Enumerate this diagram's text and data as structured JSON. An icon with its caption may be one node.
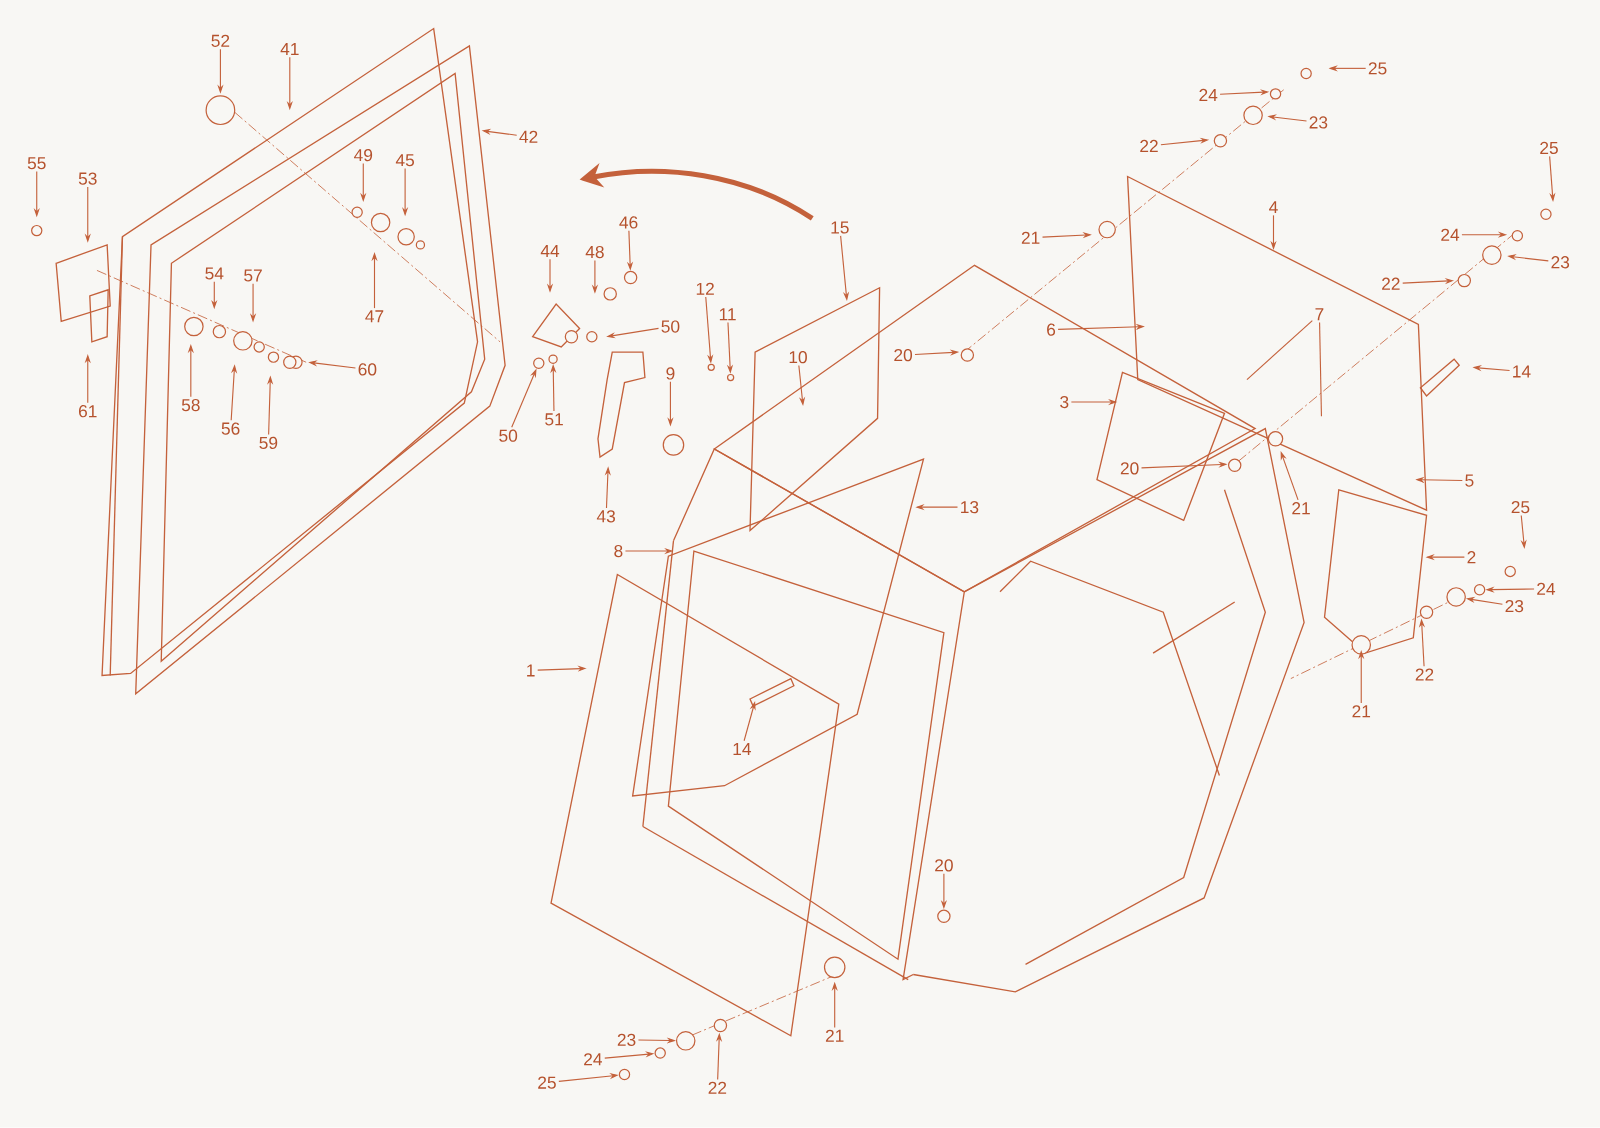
{
  "diagram": {
    "nodes": [
      {
        "text": [
          "52"
        ]
      },
      {
        "text": [
          "41"
        ]
      },
      {
        "text": [
          "42"
        ]
      },
      {
        "text": [
          "55"
        ]
      },
      {
        "text": [
          "53"
        ]
      },
      {
        "text": [
          "49"
        ]
      },
      {
        "text": [
          "45"
        ]
      },
      {
        "text": [
          "46"
        ]
      },
      {
        "text": [
          "15"
        ]
      },
      {
        "text": [
          "21"
        ]
      },
      {
        "text": [
          "44"
        ]
      },
      {
        "text": [
          "48"
        ]
      },
      {
        "text": [
          "54"
        ]
      },
      {
        "text": [
          "57"
        ]
      },
      {
        "text": [
          "12"
        ]
      },
      {
        "text": [
          "11"
        ]
      },
      {
        "text": [
          "47"
        ]
      },
      {
        "text": [
          "50"
        ]
      },
      {
        "text": [
          "6"
        ]
      },
      {
        "text": [
          "7"
        ]
      },
      {
        "text": [
          "20"
        ]
      },
      {
        "text": [
          "10"
        ]
      },
      {
        "text": [
          "60"
        ]
      },
      {
        "text": [
          "9"
        ]
      },
      {
        "text": [
          "14"
        ]
      },
      {
        "text": [
          "3"
        ]
      },
      {
        "text": [
          "58"
        ]
      },
      {
        "text": [
          "61"
        ]
      },
      {
        "text": [
          "51"
        ]
      },
      {
        "text": [
          "56"
        ]
      },
      {
        "text": [
          "50"
        ]
      },
      {
        "text": [
          "59"
        ]
      },
      {
        "text": [
          "20"
        ]
      },
      {
        "text": [
          "5"
        ]
      },
      {
        "text": [
          "13"
        ]
      },
      {
        "text": [
          "21"
        ]
      },
      {
        "text": [
          "43"
        ]
      },
      {
        "text": [
          "8"
        ]
      },
      {
        "text": [
          "2"
        ]
      },
      {
        "text": [
          "1"
        ]
      },
      {
        "text": [
          "21"
        ]
      },
      {
        "text": [
          "14"
        ]
      },
      {
        "text": [
          "20"
        ]
      },
      {
        "text": [
          "21"
        ]
      },
      {
        "text": [
          "23"
        ]
      },
      {
        "text": [
          "24"
        ]
      },
      {
        "text": [
          "25"
        ]
      },
      {
        "text": [
          "22"
        ]
      },
      {
        "text": [
          "25"
        ]
      },
      {
        "text": [
          "24"
        ]
      },
      {
        "text": [
          "23"
        ]
      },
      {
        "text": [
          "22"
        ]
      },
      {
        "text": [
          "25"
        ]
      },
      {
        "text": [
          "24"
        ]
      },
      {
        "text": [
          "23"
        ]
      },
      {
        "text": [
          "22"
        ]
      },
      {
        "text": [
          "4"
        ]
      },
      {
        "text": [
          "25"
        ]
      },
      {
        "text": [
          "24"
        ]
      },
      {
        "text": [
          "23"
        ]
      },
      {
        "text": [
          "22"
        ]
      },
      {
        "text": [],
        "shape": "circle"
      },
      {
        "text": [],
        "shape": "circle"
      },
      {
        "text": [],
        "shape": "circle"
      },
      {
        "text": [],
        "shape": "circle"
      },
      {
        "text": [],
        "shape": "circle"
      },
      {
        "text": [],
        "shape": "circle"
      },
      {
        "text": [],
        "shape": "circle"
      },
      {
        "text": [],
        "shape": "circle"
      },
      {
        "text": [],
        "shape": "circle"
      },
      {
        "text": [],
        "shape": "circle"
      }
    ],
    "edges": [
      {
        "from": 0,
        "to": null,
        "arrow": "to"
      },
      {
        "from": 1,
        "to": null,
        "arrow": "to"
      },
      {
        "from": 2,
        "to": null,
        "arrow": "to"
      },
      {
        "from": 3,
        "to": null,
        "arrow": "to"
      },
      {
        "from": 4,
        "to": null,
        "arrow": "to"
      },
      {
        "from": 5,
        "to": null,
        "arrow": "to"
      },
      {
        "from": 6,
        "to": null,
        "arrow": "to"
      },
      {
        "from": 7,
        "to": 61,
        "arrow": "to"
      },
      {
        "from": 8,
        "to": null,
        "arrow": "to"
      },
      {
        "from": 9,
        "to": null,
        "arrow": "to"
      },
      {
        "from": 10,
        "to": null,
        "arrow": "to"
      },
      {
        "from": 11,
        "to": null,
        "arrow": "to"
      },
      {
        "from": 12,
        "to": null,
        "arrow": "to"
      },
      {
        "from": 13,
        "to": null,
        "arrow": "to"
      },
      {
        "from": 14,
        "to": 62,
        "arrow": "to"
      },
      {
        "from": 15,
        "to": 69,
        "arrow": "to"
      },
      {
        "from": 16,
        "to": null,
        "arrow": "to"
      },
      {
        "from": 17,
        "to": null,
        "arrow": "to"
      },
      {
        "from": 18,
        "to": null,
        "arrow": "to"
      },
      {
        "from": 19,
        "to": null,
        "arrow": "none"
      },
      {
        "from": 19,
        "to": null,
        "arrow": "none"
      },
      {
        "from": 20,
        "to": null,
        "arrow": "to"
      },
      {
        "from": 21,
        "to": null,
        "arrow": "to"
      },
      {
        "from": 22,
        "to": null,
        "arrow": "to"
      },
      {
        "from": 23,
        "to": null,
        "arrow": "to"
      },
      {
        "from": 24,
        "to": null,
        "arrow": "to"
      },
      {
        "from": 25,
        "to": null,
        "arrow": "to"
      },
      {
        "from": 26,
        "to": null,
        "arrow": "to"
      },
      {
        "from": 27,
        "to": null,
        "arrow": "to"
      },
      {
        "from": 28,
        "to": 68,
        "arrow": "to"
      },
      {
        "from": 29,
        "to": null,
        "arrow": "to"
      },
      {
        "from": 30,
        "to": 63,
        "arrow": "to"
      },
      {
        "from": 31,
        "to": null,
        "arrow": "to"
      },
      {
        "from": 32,
        "to": null,
        "arrow": "to"
      },
      {
        "from": 33,
        "to": null,
        "arrow": "to"
      },
      {
        "from": 34,
        "to": null,
        "arrow": "to"
      },
      {
        "from": 35,
        "to": null,
        "arrow": "to"
      },
      {
        "from": 36,
        "to": null,
        "arrow": "to"
      },
      {
        "from": 37,
        "to": null,
        "arrow": "to"
      },
      {
        "from": 38,
        "to": null,
        "arrow": "to"
      },
      {
        "from": 39,
        "to": null,
        "arrow": "to"
      },
      {
        "from": 40,
        "to": null,
        "arrow": "to"
      },
      {
        "from": 41,
        "to": null,
        "arrow": "to"
      },
      {
        "from": 42,
        "to": null,
        "arrow": "to"
      },
      {
        "from": 43,
        "to": null,
        "arrow": "to"
      },
      {
        "from": 44,
        "to": 64,
        "arrow": "to"
      },
      {
        "from": 45,
        "to": 65,
        "arrow": "to"
      },
      {
        "from": 46,
        "to": 66,
        "arrow": "to"
      },
      {
        "from": 47,
        "to": null,
        "arrow": "to"
      },
      {
        "from": 48,
        "to": null,
        "arrow": "to"
      },
      {
        "from": 49,
        "to": null,
        "arrow": "to"
      },
      {
        "from": 50,
        "to": null,
        "arrow": "to"
      },
      {
        "from": 51,
        "to": null,
        "arrow": "to"
      },
      {
        "from": 52,
        "to": null,
        "arrow": "to"
      },
      {
        "from": 53,
        "to": null,
        "arrow": "to"
      },
      {
        "from": 54,
        "to": null,
        "arrow": "to"
      },
      {
        "from": 55,
        "to": null,
        "arrow": "to"
      },
      {
        "from": 56,
        "to": null,
        "arrow": "to"
      },
      {
        "from": 57,
        "to": null,
        "arrow": "to"
      },
      {
        "from": 58,
        "to": 67,
        "arrow": "to"
      },
      {
        "from": 59,
        "to": 70,
        "arrow": "to"
      },
      {
        "from": 60,
        "to": null,
        "arrow": "to"
      }
    ]
  }
}
